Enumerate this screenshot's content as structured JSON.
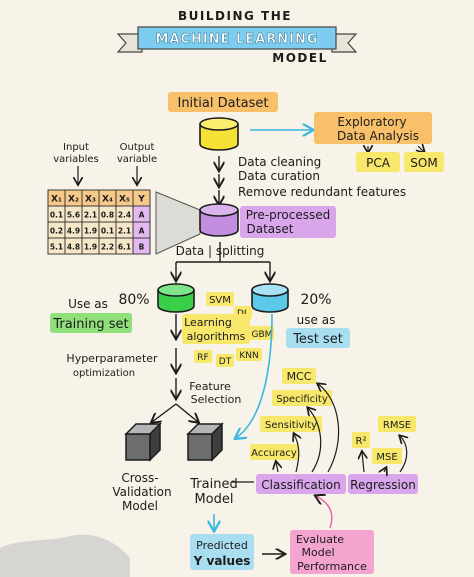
{
  "title": {
    "line1": "BUILDING THE",
    "banner": "MACHINE LEARNING",
    "line3": "MODEL"
  },
  "nodes": {
    "initial_dataset": "Initial Dataset",
    "eda_line1": "Exploratory",
    "eda_line2": "Data Analysis",
    "pca": "PCA",
    "som": "SOM",
    "cleaning1": "Data cleaning",
    "cleaning2": "Data curation",
    "cleaning3": "Remove redundant features",
    "input_vars_1": "Input",
    "input_vars_2": "variables",
    "output_var_1": "Output",
    "output_var_2": "variable",
    "preprocessed_1": "Pre-processed",
    "preprocessed_2": "Dataset",
    "data_splitting": "Data | splitting",
    "use_as_left": "Use as",
    "training_set": "Training set",
    "pct_80": "80%",
    "pct_20": "20%",
    "use_as_right": "use as",
    "test_set": "Test set",
    "svm": "SVM",
    "dl": "DL",
    "learning_1": "Learning",
    "learning_2": "algorithms",
    "gbm": "GBM",
    "rf": "RF",
    "dt": "DT",
    "knn": "KNN",
    "hyper_1": "Hyperparameter",
    "hyper_2": "optimization",
    "feature_1": "Feature",
    "feature_2": "Selection",
    "cv_1": "Cross-",
    "cv_2": "Validation",
    "cv_3": "Model",
    "trained_1": "Trained",
    "trained_2": "Model",
    "mcc": "MCC",
    "specificity": "Specificity",
    "sensitivity": "Sensitivity",
    "accuracy": "Accuracy",
    "classification": "Classification",
    "regression": "Regression",
    "r2": "R²",
    "rmse": "RMSE",
    "mse": "MSE",
    "predicted_1": "Predicted",
    "predicted_2": "Y values",
    "evaluate_1": "Evaluate",
    "evaluate_2": "Model",
    "evaluate_3": "Performance"
  },
  "table": {
    "header": [
      "X₁",
      "X₂",
      "X₃",
      "X₄",
      "X₅",
      "Y"
    ],
    "rows": [
      [
        "0.1",
        "5.6",
        "2.1",
        "0.8",
        "2.4",
        "A"
      ],
      [
        "0.2",
        "4.9",
        "1.9",
        "0.1",
        "2.1",
        "A"
      ],
      [
        "5.1",
        "4.8",
        "1.9",
        "2.2",
        "6.1",
        "B"
      ]
    ]
  },
  "colors": {
    "background": "#f7f3e8",
    "yellow": "#f6e234",
    "purple": "#c28fe0",
    "green": "#38d04a",
    "cyan": "#5cc9e8",
    "orange_hl": "#f9c06a",
    "yellow_hl": "#f7e76a",
    "green_hl": "#8fe07a",
    "cyan_hl": "#a9def0",
    "purple_hl": "#d9a6ec",
    "pink_hl": "#f3a4cf",
    "banner": "#7ccdf0"
  }
}
